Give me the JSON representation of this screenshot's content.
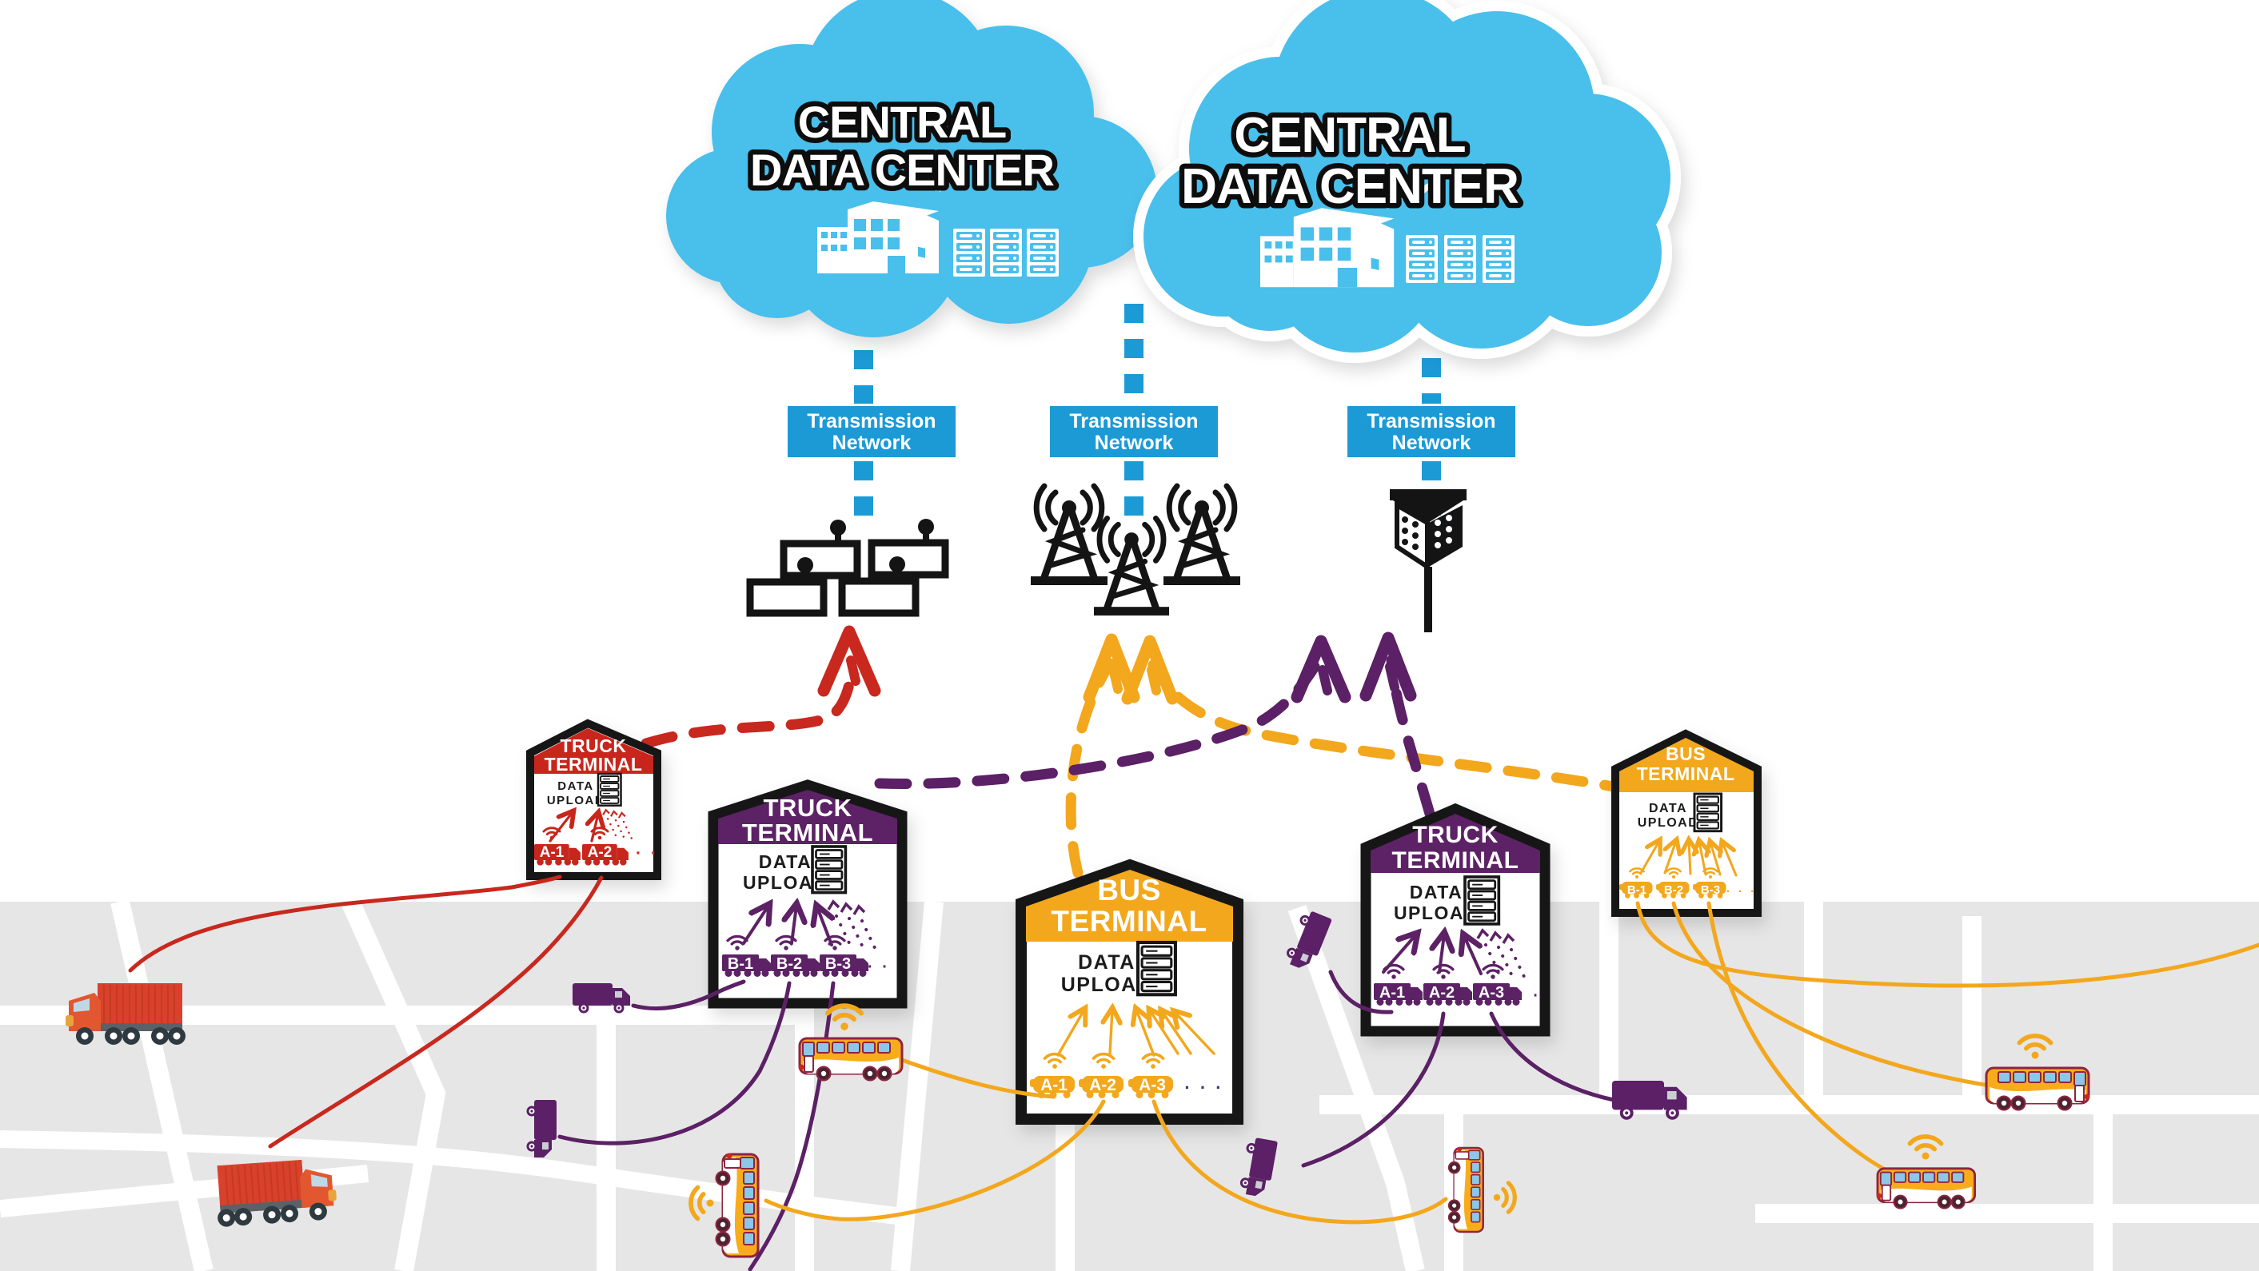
{
  "colors": {
    "cloud": "#49BFEB",
    "transmission": "#1B9AD6",
    "red": "#C8281E",
    "purple": "#5B2065",
    "orange": "#F3A71D",
    "ink": "#141414",
    "map_block": "#E6E6E6",
    "street": "#FFFFFF",
    "glass": "#8CC7E8",
    "bus_outline": "#8E2440",
    "truck_red_body": "#D8412C",
    "truck_red_cab": "#E2572F",
    "chassis_gray": "#5A6268",
    "navy_dots": "#333A80"
  },
  "clouds": [
    {
      "title_line1": "CENTRAL",
      "title_line2": "DATA CENTER"
    },
    {
      "title_line1": "CENTRAL",
      "title_line2": "DATA CENTER"
    }
  ],
  "transmission_networks": [
    {
      "label_line1": "Transmission",
      "label_line2": "Network"
    },
    {
      "label_line1": "Transmission",
      "label_line2": "Network"
    },
    {
      "label_line1": "Transmission",
      "label_line2": "Network"
    }
  ],
  "network_icons": [
    "wired-routers",
    "cell-towers",
    "small-cell-antenna"
  ],
  "terminals": [
    {
      "title_line1": "TRUCK",
      "title_line2": "TERMINAL",
      "data_upload_line1": "DATA",
      "data_upload_line2": "UPLOAD",
      "vehicles": [
        "A-1",
        "A-2"
      ],
      "more": "· · ·"
    },
    {
      "title_line1": "TRUCK",
      "title_line2": "TERMINAL",
      "data_upload_line1": "DATA",
      "data_upload_line2": "UPLOAD",
      "vehicles": [
        "B-1",
        "B-2",
        "B-3"
      ],
      "more": "· ·"
    },
    {
      "title_line1": "BUS",
      "title_line2": "TERMINAL",
      "data_upload_line1": "DATA",
      "data_upload_line2": "UPLOAD",
      "vehicles": [
        "A-1",
        "A-2",
        "A-3"
      ],
      "more": "· · ·"
    },
    {
      "title_line1": "TRUCK",
      "title_line2": "TERMINAL",
      "data_upload_line1": "DATA",
      "data_upload_line2": "UPLOAD",
      "vehicles": [
        "A-1",
        "A-2",
        "A-3"
      ],
      "more": "· ·"
    },
    {
      "title_line1": "BUS",
      "title_line2": "TERMINAL",
      "data_upload_line1": "DATA",
      "data_upload_line2": "UPLOAD",
      "vehicles": [
        "B-1",
        "B-2",
        "B-3"
      ],
      "more": "· · ·"
    }
  ]
}
